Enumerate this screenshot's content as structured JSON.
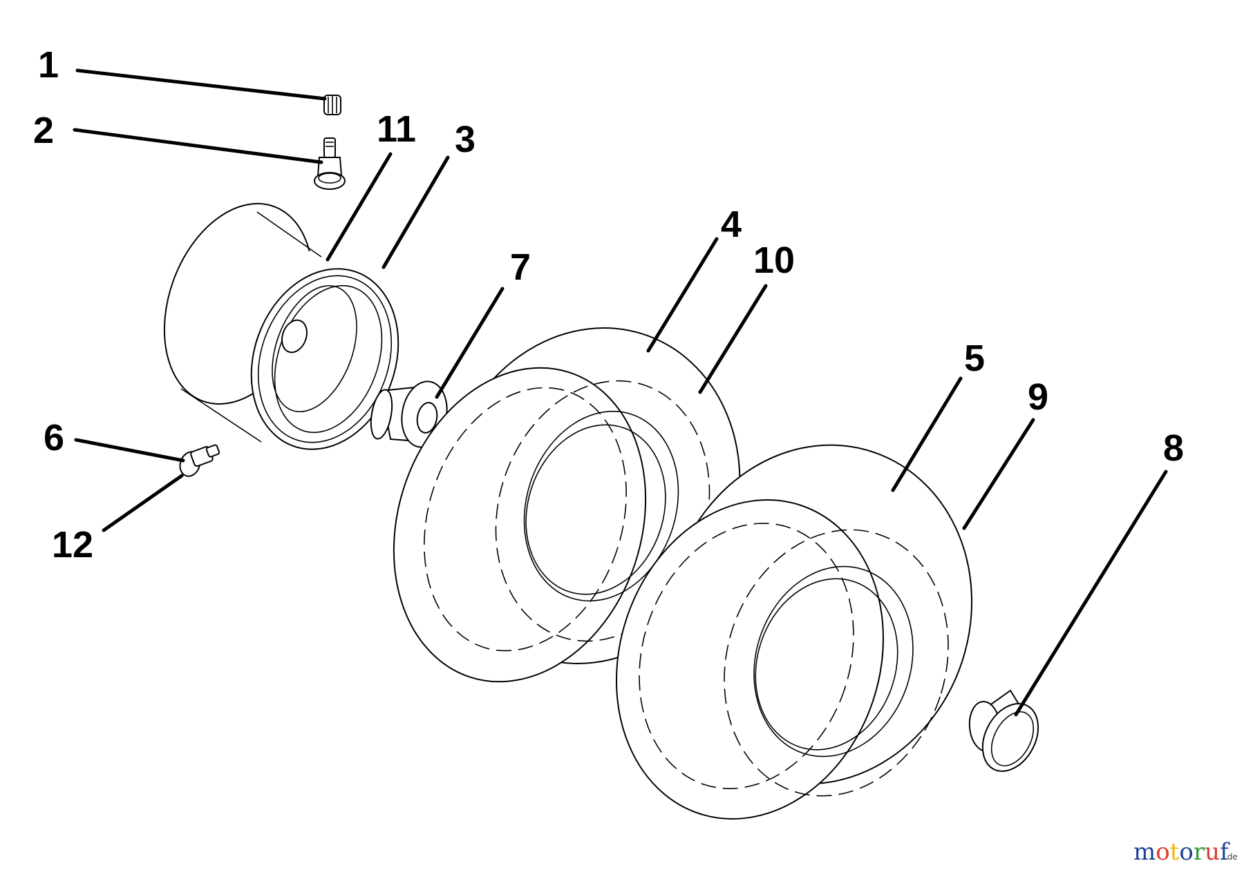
{
  "callouts": {
    "c1": "1",
    "c2": "2",
    "c3": "3",
    "c4": "4",
    "c5": "5",
    "c6": "6",
    "c7": "7",
    "c8": "8",
    "c9": "9",
    "c10": "10",
    "c11": "11",
    "c12": "12"
  },
  "watermark": {
    "m": "m",
    "o1": "o",
    "t": "t",
    "o2": "o",
    "r": "r",
    "u": "u",
    "f": "f",
    "suffix": ".de",
    "colors": [
      "#1f3f99",
      "#e03a2c",
      "#f2b705",
      "#1f3f99",
      "#2e9b3a",
      "#e03a2c",
      "#1f3f99"
    ]
  }
}
